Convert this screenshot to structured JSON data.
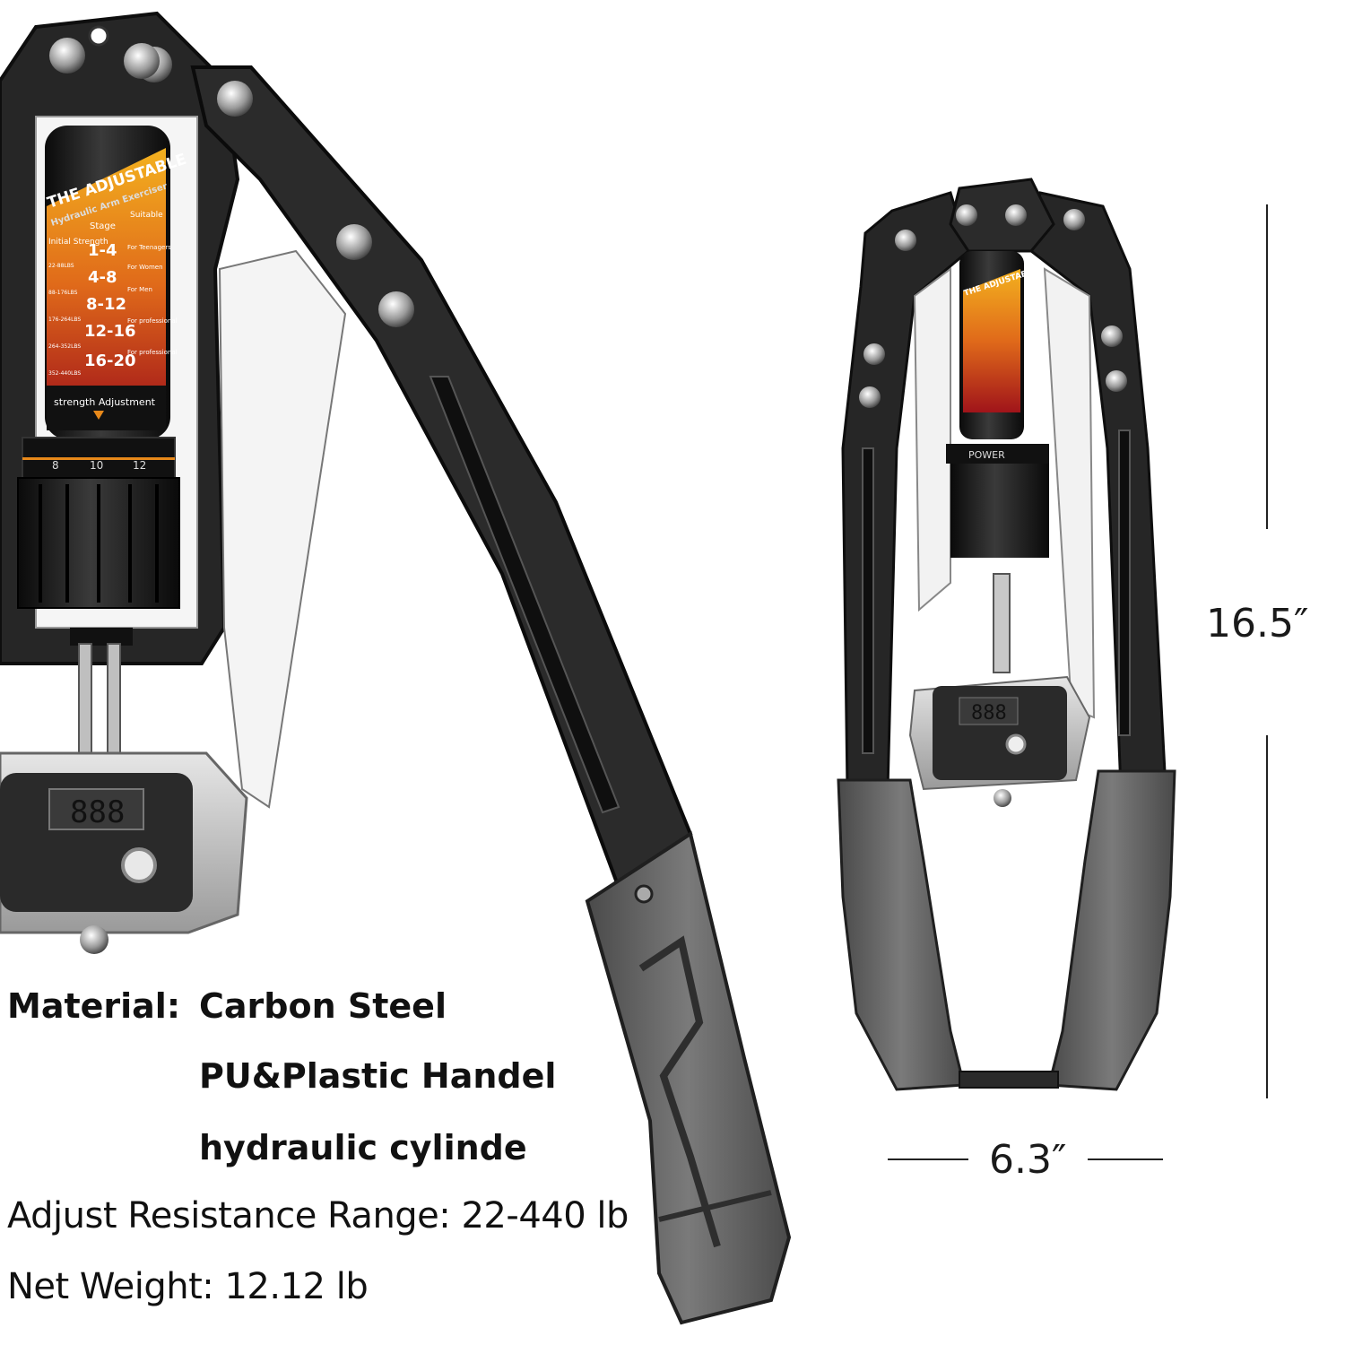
{
  "colors": {
    "frame": "#262626",
    "frame_dark": "#121212",
    "grip": "#5c5c5c",
    "grip_light": "#8a8a8a",
    "display_body": "#c9c9c9",
    "display_face": "#2a2a2a",
    "label_orange": "#e8891a",
    "label_red": "#c0271b",
    "text": "#111111"
  },
  "product_label": {
    "title": "THE ADJUSTABLE",
    "subtitle": "Hydraulic Arm Exerciser",
    "col_stage": "Stage",
    "col_suitable": "Suitable",
    "col_strength": "Initial Strength",
    "stages": [
      "1-4",
      "4-8",
      "8-12",
      "12-16",
      "16-20"
    ],
    "suitable": [
      "For Teenagers",
      "For Women",
      "For Men",
      "For professional",
      "For professional"
    ],
    "strengths": [
      "22-88LBS",
      "88-176LBS",
      "176-264LBS",
      "264-352LBS",
      "352-440LBS"
    ],
    "footer": "strength Adjustment"
  },
  "dial": {
    "ticks": [
      "8",
      "10",
      "12"
    ],
    "small_label": "POWER"
  },
  "display_readout": "888",
  "specs": {
    "material_label": "Material:",
    "material_1": "Carbon Steel",
    "material_2": "PU&Plastic Handel",
    "material_3": "hydraulic cylinde",
    "resistance": "Adjust Resistance Range: 22-440 lb",
    "weight": "Net Weight: 12.12 lb"
  },
  "dimensions": {
    "height": "16.5″",
    "width": "6.3″"
  }
}
